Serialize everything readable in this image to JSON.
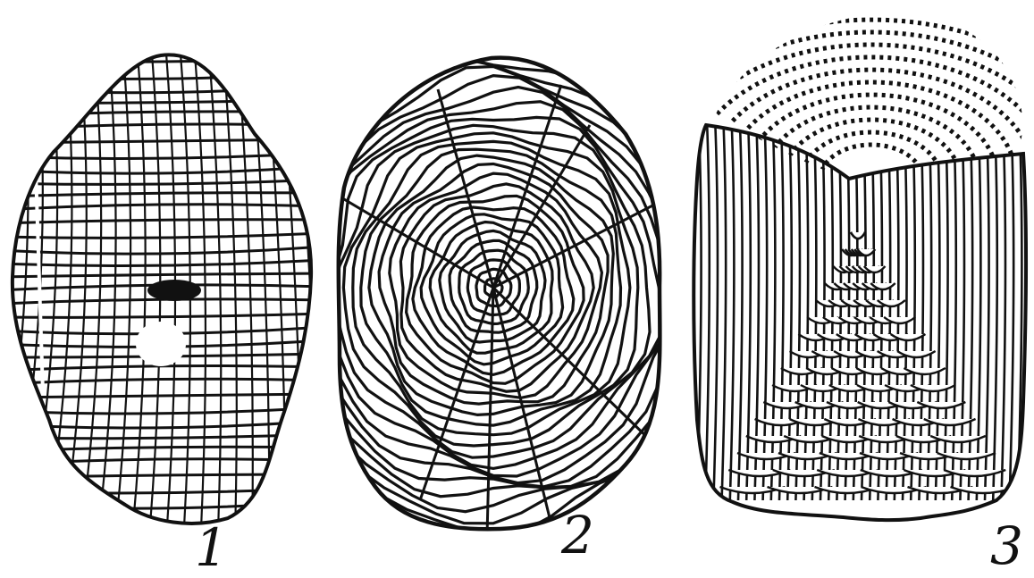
{
  "panels": [
    {
      "label": "1",
      "ink": "#111111"
    },
    {
      "label": "2",
      "ink": "#111111"
    },
    {
      "label": "3",
      "ink": "#111111"
    }
  ]
}
